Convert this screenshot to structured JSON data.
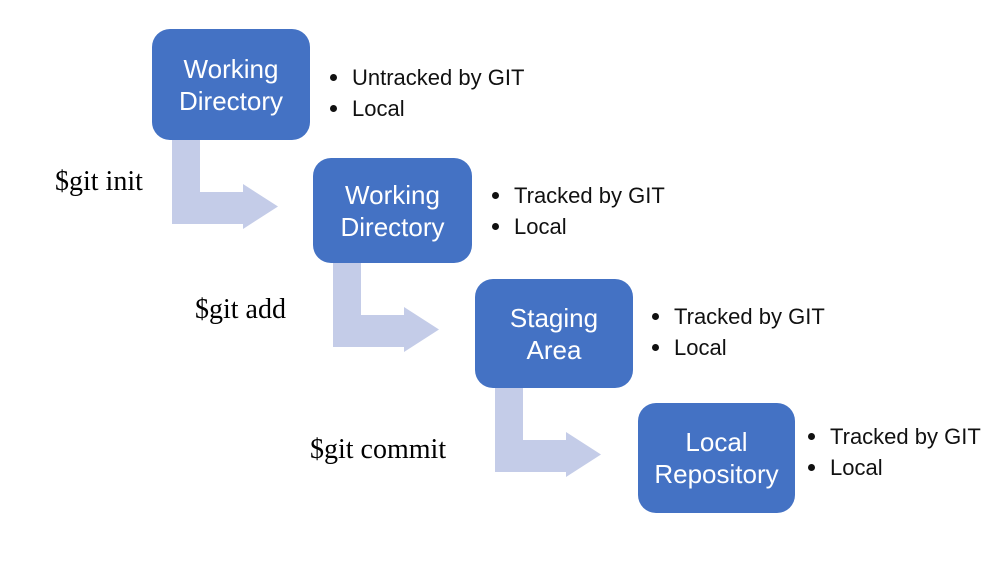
{
  "colors": {
    "box_fill": "#4472C4",
    "box_text": "#ffffff",
    "arrow_fill": "#c4cce8",
    "bullet_text": "#111111",
    "command_text": "#000000"
  },
  "stages": [
    {
      "id": "working-directory-untracked",
      "lines": [
        "Working",
        "Directory"
      ],
      "bullets": [
        "Untracked by GIT",
        "Local"
      ]
    },
    {
      "id": "working-directory-tracked",
      "lines": [
        "Working",
        "Directory"
      ],
      "bullets": [
        "Tracked by GIT",
        "Local"
      ]
    },
    {
      "id": "staging-area",
      "lines": [
        "Staging",
        "Area"
      ],
      "bullets": [
        "Tracked by GIT",
        "Local"
      ]
    },
    {
      "id": "local-repository",
      "lines": [
        "Local",
        "Repository"
      ],
      "bullets": [
        "Tracked by GIT",
        "Local"
      ]
    }
  ],
  "transitions": [
    {
      "command": "$git init"
    },
    {
      "command": "$git add"
    },
    {
      "command": "$git commit"
    }
  ]
}
